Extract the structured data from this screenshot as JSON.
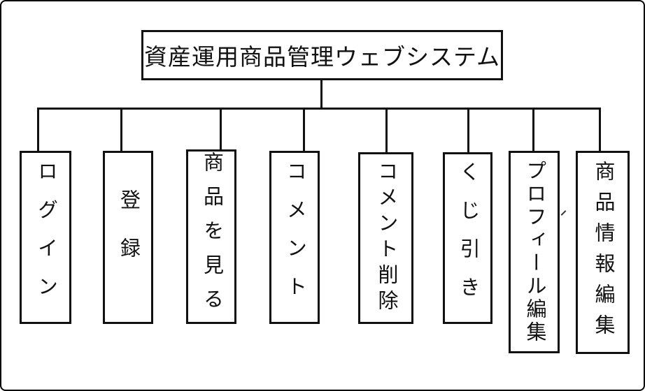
{
  "diagram": {
    "type": "hierarchy",
    "title": "資産運用商品管理ウェブシステム",
    "nodes": [
      {
        "id": "login",
        "label": "ログイン"
      },
      {
        "id": "register",
        "label": "登録"
      },
      {
        "id": "view-products",
        "label": "商品を見る"
      },
      {
        "id": "comment",
        "label": "コメント"
      },
      {
        "id": "comment-delete",
        "label": "コメント削除"
      },
      {
        "id": "lottery",
        "label": "くじ引き"
      },
      {
        "id": "profile-edit",
        "label": "プロフィール編集"
      },
      {
        "id": "product-info-edit",
        "label": "商品情報編集"
      }
    ],
    "colors": {
      "background": "#ffffff",
      "line": "#111111",
      "text": "#111111"
    }
  }
}
